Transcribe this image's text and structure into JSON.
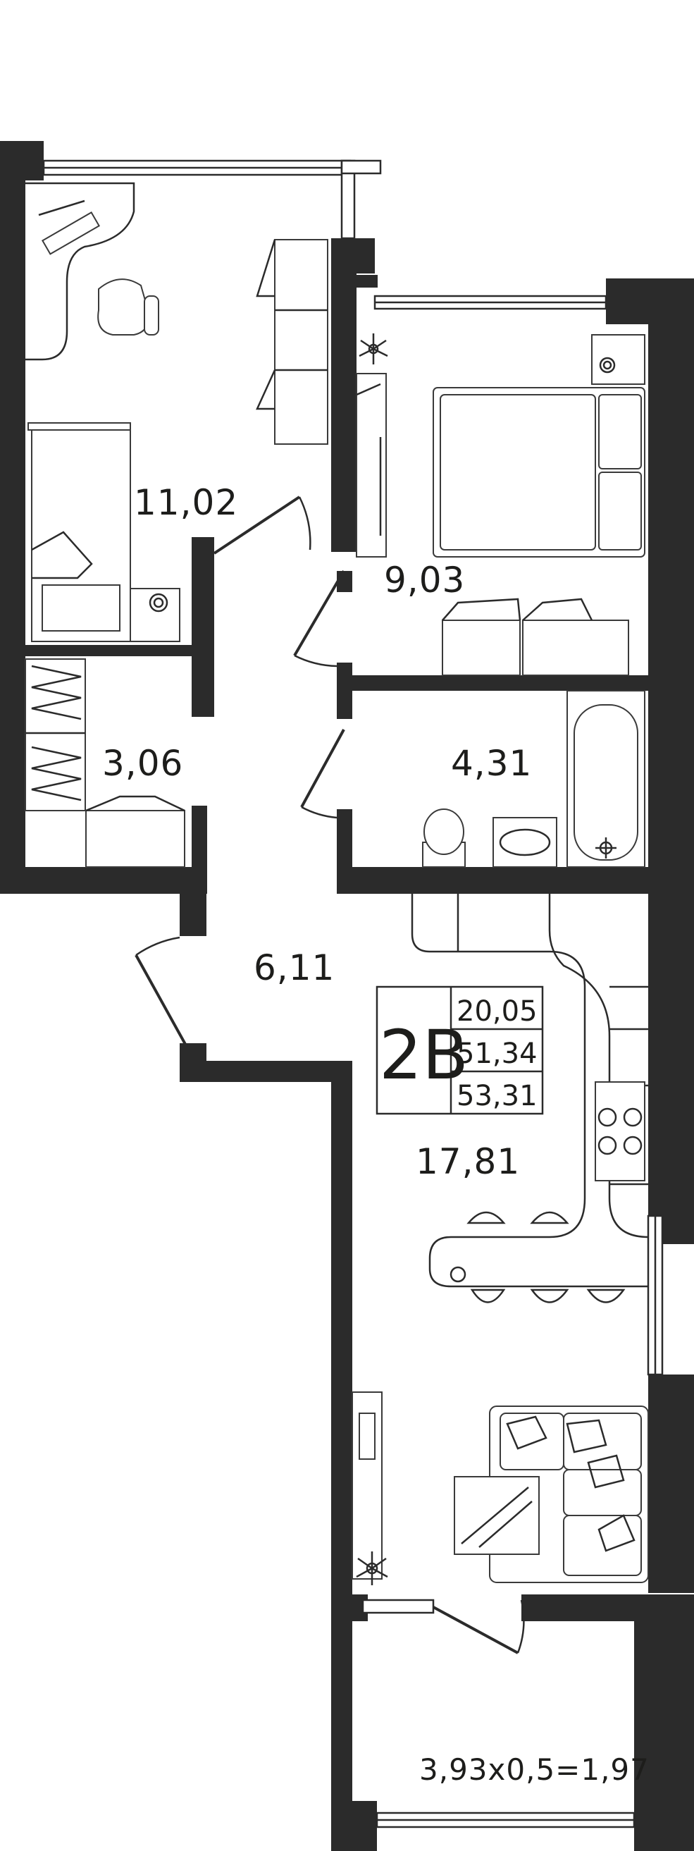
{
  "plan": {
    "apartment_code": "2В",
    "areas": {
      "living": "20,05",
      "total": "51,34",
      "total_with_balcony": "53,31"
    },
    "rooms": [
      {
        "key": "bedroom_left",
        "area": "11,02"
      },
      {
        "key": "bedroom_right",
        "area": "9,03"
      },
      {
        "key": "closet",
        "area": "3,06"
      },
      {
        "key": "bathroom",
        "area": "4,31"
      },
      {
        "key": "hall",
        "area": "6,11"
      },
      {
        "key": "kitchen_living",
        "area": "17,81"
      },
      {
        "key": "balcony",
        "area": "3,93х0,5=1,97"
      }
    ]
  }
}
